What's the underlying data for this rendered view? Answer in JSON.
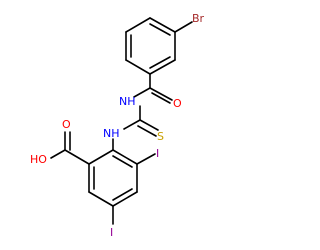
{
  "molecule": {
    "atoms": {
      "br": "Br",
      "nh_top": "NH",
      "o_carbonyl": "O",
      "nh_mid": "NH",
      "s": "S",
      "ho": "HO",
      "o_acid": "O",
      "i_ortho": "I",
      "i_para": "I"
    }
  },
  "colors": {
    "bond": "#000000",
    "carbon_label": "#000000",
    "nitrogen": "#0000ff",
    "oxygen": "#ff0000",
    "sulfur": "#c8a000",
    "bromine": "#a52a2a",
    "iodine": "#940094"
  }
}
